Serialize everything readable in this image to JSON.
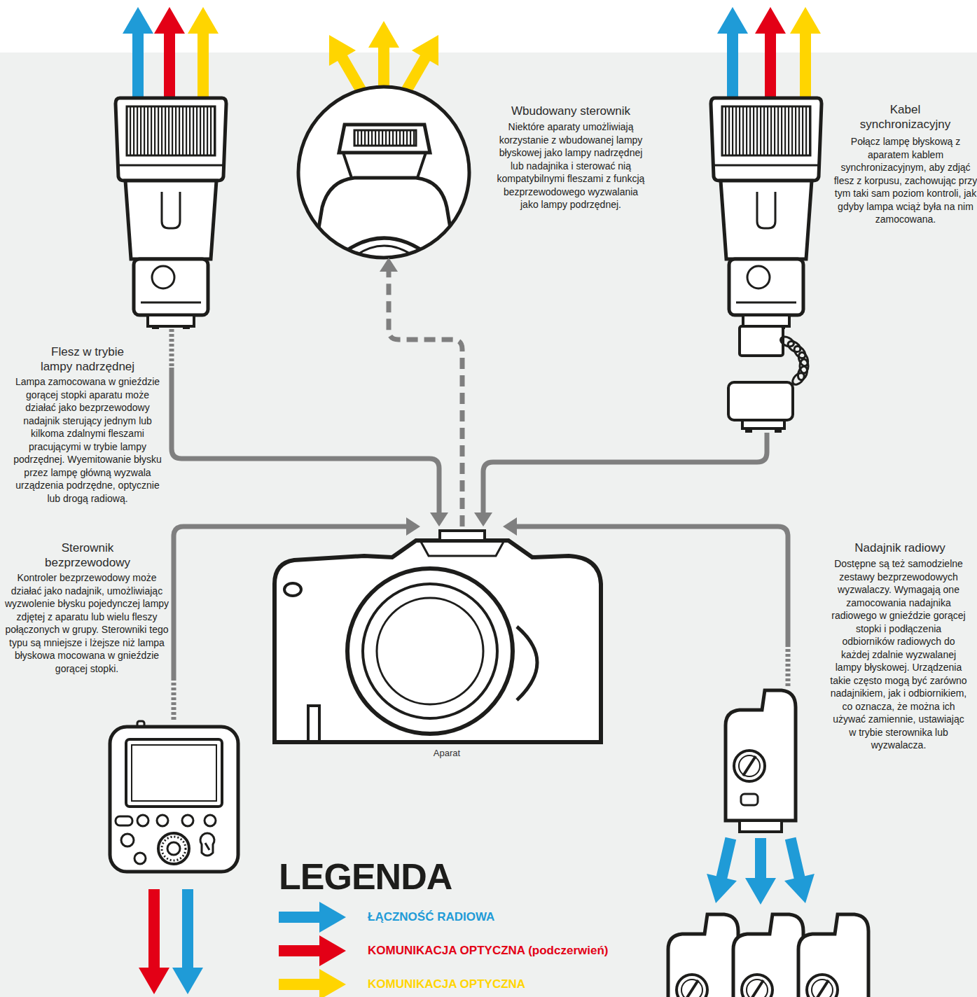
{
  "diagram": {
    "nodes": [
      {
        "text": [
          "Flesz w trybie lampy nadrzędnej",
          "Lampa zamocowana w gnieździe gorącej stopki aparatu może działać jako bezprzewodowy nadajnik sterujący jednym lub kilkoma zdalnymi fleszami pracującymi w trybie lampy podrzędnej. Wyemitowanie błysku przez lampę główną wyzwala urządzenia podrzędne, optycznie lub drogą radiową."
        ]
      },
      {
        "text": [
          "Wbudowany sterownik",
          "Niektóre aparaty umożliwiają korzystanie z wbudowanej lampy błyskowej jako lampy nadrzędnej lub nadajnika i sterować nią kompatybilnymi fleszami z funkcją bezprzewodowego wyzwalania jako lampy podrzędnej."
        ]
      },
      {
        "text": [
          "Kabel synchronizacyjny",
          "Połącz lampę błyskową z aparatem kablem synchronizacyjnym, aby zdjąć flesz z korpusu, zachowując przy tym taki sam poziom kontroli, jak gdyby lampa wciąż była na nim zamocowana."
        ]
      },
      {
        "text": [
          "Sterownik bezprzewodowy",
          "Kontroler bezprzewodowy może działać jako nadajnik, umożliwiając wyzwolenie błysku pojedynczej lampy zdjętej z aparatu lub wielu fleszy połączonych w grupy. Sterowniki tego typu są mniejsze i lżejsze niż lampa błyskowa mocowana w gnieździe gorącej stopki."
        ]
      },
      {
        "text": [
          "Aparat"
        ]
      },
      {
        "text": [
          "Nadajnik radiowy",
          "Dostępne są też samodzielne zestawy bezprzewodowych wyzwalaczy. Wymagają one zamocowania nadajnika radiowego w gnieździe gorącej stopki i podłączenia odbiorników radiowych do każdej zdalnie wyzwalanej lampy błyskowej. Urządzenia takie często mogą być zarówno nadajnikiem, jak i odbiornikiem, co oznacza, że można ich używać zamiennie, ustawiając w trybie sterownika lub wyzwalacza."
        ]
      }
    ],
    "edges": [
      {
        "from": 0,
        "to": 4,
        "arrow": "to"
      },
      {
        "from": 4,
        "to": 1,
        "arrow": "to"
      },
      {
        "from": 2,
        "to": 4,
        "arrow": "to"
      },
      {
        "from": 3,
        "to": 4,
        "arrow": "to"
      },
      {
        "from": 5,
        "to": 4,
        "arrow": "to"
      }
    ],
    "labels": [
      "LEGENDA"
    ],
    "legend": [
      {
        "text": "ŁĄCZNOŚĆ RADIOWA",
        "color": "#1f9bd7"
      },
      {
        "text": "KOMUNIKACJA OPTYCZNA (podczerwień)",
        "color": "#e30016"
      },
      {
        "text": "KOMUNIKACJA OPTYCZNA",
        "color": "#ffd500"
      }
    ]
  }
}
